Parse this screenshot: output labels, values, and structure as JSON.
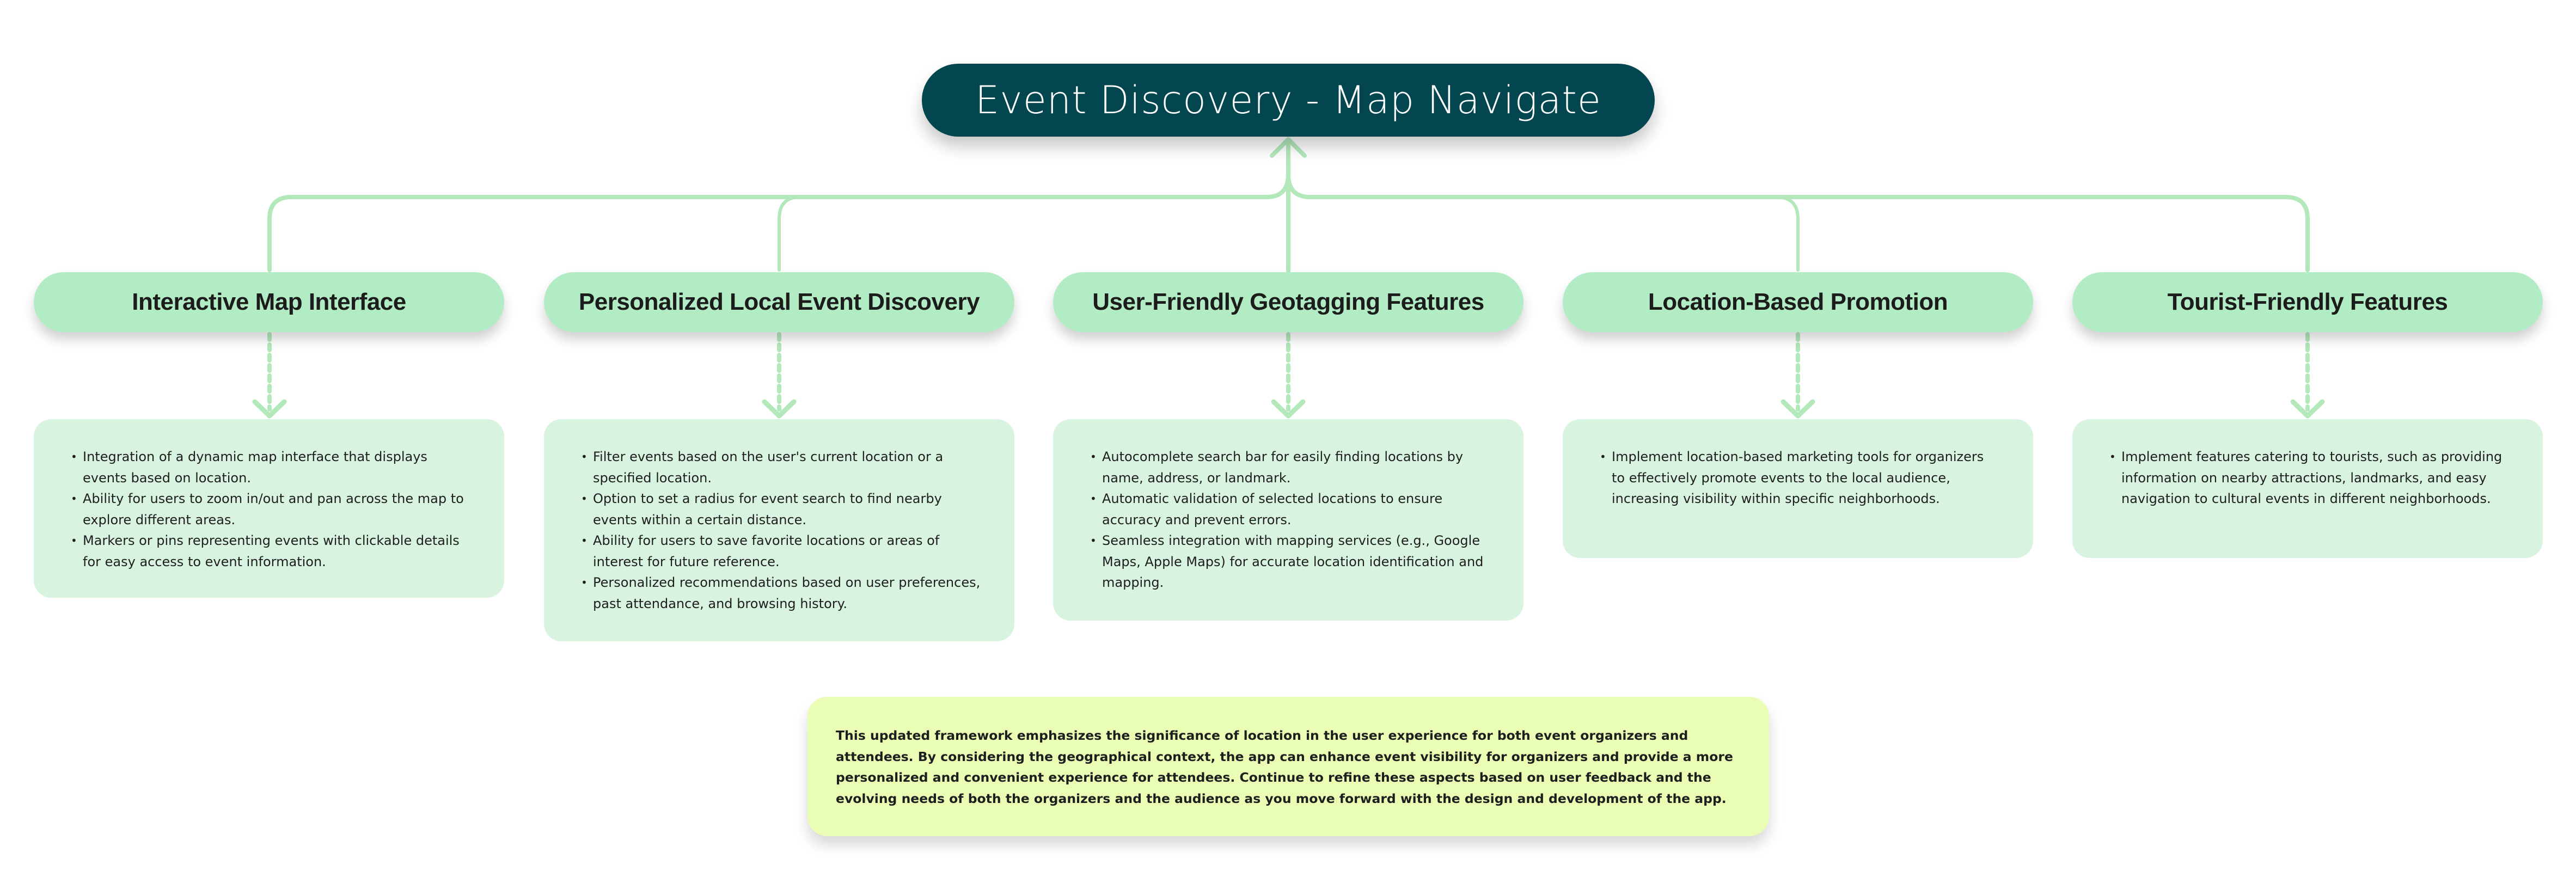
{
  "title": "Event Discovery - Map Navigate",
  "colors": {
    "title_bg": "#03464F",
    "branch_bg": "#B2ECC4",
    "card_bg": "#D8F3DF",
    "summary_bg": "#EAFDB5",
    "connector": "#B3E8BB"
  },
  "branches": [
    {
      "label": "Interactive Map Interface",
      "items": [
        "Integration of a dynamic map interface that displays events based on location.",
        "Ability for users to zoom in/out and pan across the map to explore different areas.",
        "Markers or pins representing events with clickable details for easy access to event information."
      ]
    },
    {
      "label": "Personalized Local Event Discovery",
      "items": [
        "Filter events based on the user's current location or a specified location.",
        "Option to set a radius for event search to find nearby events within a certain distance.",
        "Ability for users to save favorite locations or areas of interest for future reference.",
        "Personalized recommendations based on user preferences, past attendance, and browsing history."
      ]
    },
    {
      "label": "User-Friendly Geotagging Features",
      "items": [
        "Autocomplete search bar for easily finding locations by name, address, or landmark.",
        "Automatic validation of selected locations to ensure accuracy and prevent errors.",
        "Seamless integration with mapping services (e.g., Google Maps, Apple Maps) for accurate location identification and mapping."
      ]
    },
    {
      "label": "Location-Based Promotion",
      "items": [
        " Implement location-based marketing tools for organizers to effectively promote events to the local audience, increasing visibility within specific neighborhoods."
      ]
    },
    {
      "label": "Tourist-Friendly Features",
      "items": [
        "Implement features catering to tourists, such as providing information on nearby attractions, landmarks, and easy navigation to cultural events in different neighborhoods."
      ]
    }
  ],
  "summary": "This updated framework emphasizes the significance of location in the user experience for both event organizers and attendees. By considering the geographical context, the app can enhance event visibility for organizers and provide a more personalized and convenient experience for attendees. Continue to refine these aspects based on user feedback and the evolving needs of both the organizers and the audience as you move forward with the design and development of the app."
}
